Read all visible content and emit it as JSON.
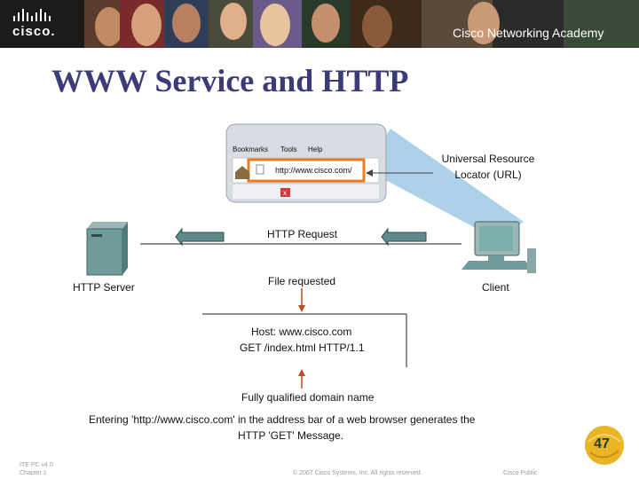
{
  "header": {
    "logo_text": "cisco.",
    "academy_text": "Cisco Networking Academy"
  },
  "slide": {
    "title": "WWW Service and HTTP"
  },
  "browser": {
    "menu": [
      "Bookmarks",
      "Tools",
      "Help"
    ],
    "address_value": "http://www.cisco.com/"
  },
  "labels": {
    "url_line1": "Universal Resource",
    "url_line2": "Locator (URL)",
    "http_request": "HTTP Request",
    "http_server": "HTTP Server",
    "client": "Client",
    "file_requested": "File requested",
    "host_line": "Host: www.cisco.com",
    "get_line": "GET /index.html HTTP/1.1",
    "fqdn": "Fully qualified domain name",
    "caption_line1": "Entering 'http://www.cisco.com' in the address bar of a web browser generates the",
    "caption_line2": "HTTP 'GET' Message."
  },
  "colors": {
    "title": "#3b3b78",
    "arrow_fill": "#5d8c8a",
    "highlight": "#f07d1d",
    "beam": "#9ec9e4"
  },
  "footer": {
    "left_line1": "ITE PC v4.0",
    "left_line2": "Chapter 1",
    "copyright": "© 2007 Cisco Systems, Inc. All rights reserved.",
    "classification": "Cisco Public",
    "page_number": "47"
  }
}
